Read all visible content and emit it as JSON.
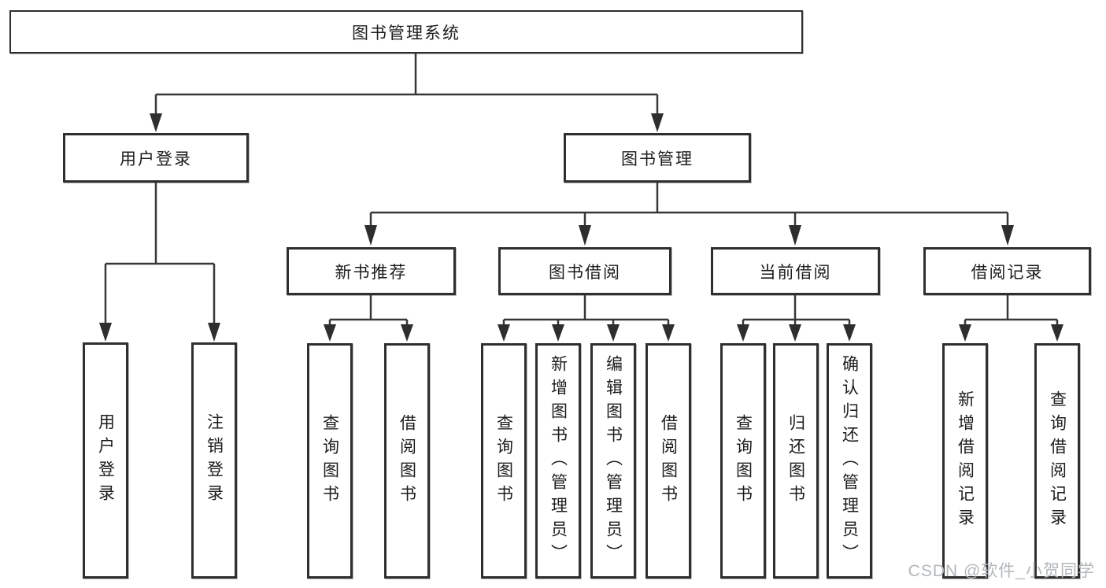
{
  "tree": {
    "root": {
      "label": "图书管理系统"
    },
    "branches": [
      {
        "label": "用户登录",
        "children": [
          {
            "label": "用户登录"
          },
          {
            "label": "注销登录"
          }
        ]
      },
      {
        "label": "图书管理",
        "children": [
          {
            "label": "新书推荐",
            "children": [
              {
                "label": "查询图书"
              },
              {
                "label": "借阅图书"
              }
            ]
          },
          {
            "label": "图书借阅",
            "children": [
              {
                "label": "查询图书"
              },
              {
                "label": "新增图书（管理员）"
              },
              {
                "label": "编辑图书（管理员）"
              },
              {
                "label": "借阅图书"
              }
            ]
          },
          {
            "label": "当前借阅",
            "children": [
              {
                "label": "查询图书"
              },
              {
                "label": "归还图书"
              },
              {
                "label": "确认归还（管理员）"
              }
            ]
          },
          {
            "label": "借阅记录",
            "children": [
              {
                "label": "新增借阅记录"
              },
              {
                "label": "查询借阅记录"
              }
            ]
          }
        ]
      }
    ]
  },
  "watermark": {
    "text": "CSDN @软件_小贺同学"
  },
  "colors": {
    "line": "#383838",
    "arrow": "#2e2e2e",
    "border": "#2f2f2f",
    "text": "#1c1c1c",
    "watermark": "#b2b7bb",
    "background": "#ffffff"
  }
}
